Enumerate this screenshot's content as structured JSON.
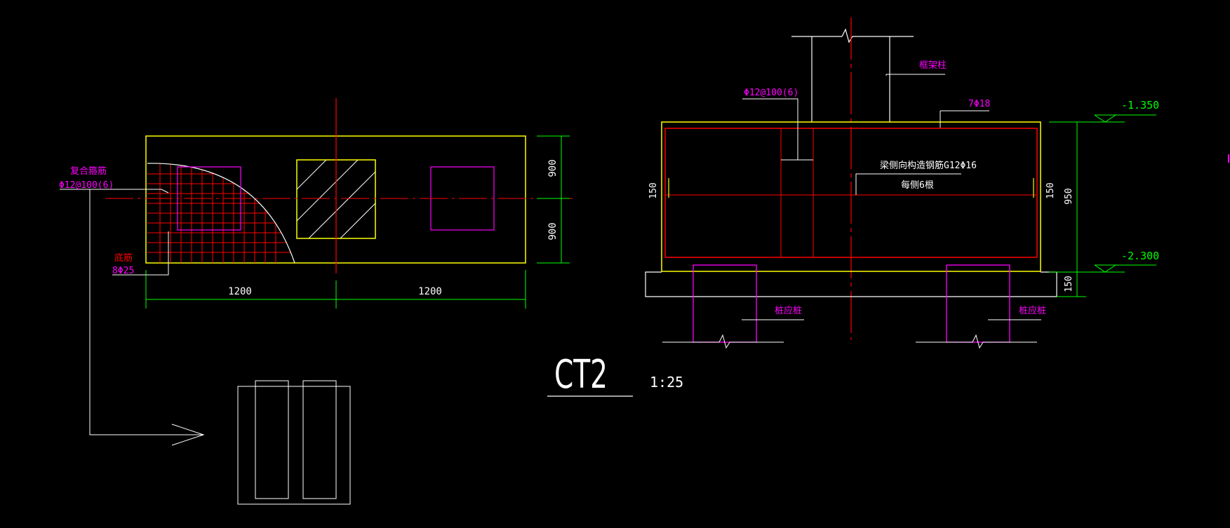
{
  "colors": {
    "background": "#000000",
    "outline": "#ffff00",
    "rebar": "#ff0000",
    "axis": "#ff0000",
    "dimension": "#00ff00",
    "label": "#ff00ff",
    "leader": "#ffffff",
    "pile": "#ff00ff"
  },
  "plan": {
    "label_composite_stirrup": "复合箍筋",
    "label_stirrup_spec": "Φ12@100(6)",
    "label_bottom_bar": "底筋",
    "label_bottom_bar_spec": "8Φ25",
    "dim_width_left": "1200",
    "dim_width_right": "1200",
    "dim_height_top": "900",
    "dim_height_bottom": "900"
  },
  "section": {
    "label_frame_column": "框架柱",
    "label_stirrup": "Φ12@100(6)",
    "label_top_bar": "7Φ18",
    "label_side_bar": "梁侧向构造钢筋G12Φ16",
    "label_side_bar_2": "每侧6根",
    "label_pile_left": "桩应桩",
    "label_pile_right": "桩应桩",
    "elev_top": "-1.350",
    "elev_bottom": "-2.300",
    "dim_left_150": "150",
    "dim_right_150": "150",
    "dim_950": "950",
    "dim_bottom_150": "150"
  },
  "title": {
    "name": "CT2",
    "scale": "1:25"
  }
}
